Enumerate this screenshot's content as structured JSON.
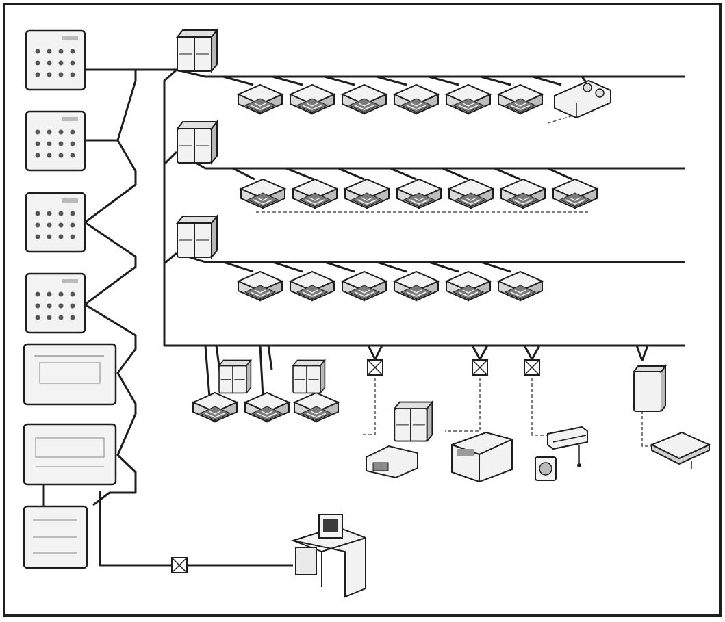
{
  "diagram": {
    "style": "monochrome line drawing of a central HVAC control network",
    "colors": {
      "line": "#1e1e1e",
      "fill": "#f2f2f2",
      "shade": "#a8a8a8",
      "background": "#ffffff"
    },
    "controllers": [
      {
        "kind": "keypad-controller"
      },
      {
        "kind": "keypad-controller"
      },
      {
        "kind": "keypad-controller"
      },
      {
        "kind": "keypad-controller"
      },
      {
        "kind": "panel-controller"
      },
      {
        "kind": "panel-controller"
      },
      {
        "kind": "panel-controller"
      }
    ],
    "branches": [
      {
        "outdoor_unit": "outdoor-unit-1",
        "indoor_units": 6,
        "extra": "ducted-unit"
      },
      {
        "outdoor_unit": "outdoor-unit-2",
        "indoor_units": 7
      },
      {
        "outdoor_unit": "outdoor-unit-3",
        "indoor_units": 6
      }
    ],
    "bottom_bus": {
      "cassette_groups": 2,
      "junction_boxes": 3,
      "devices": [
        "fan-coil",
        "floor-unit",
        "wall-unit",
        "ceiling-unit",
        "air-handler"
      ]
    },
    "workstation": "pc-workstation"
  }
}
